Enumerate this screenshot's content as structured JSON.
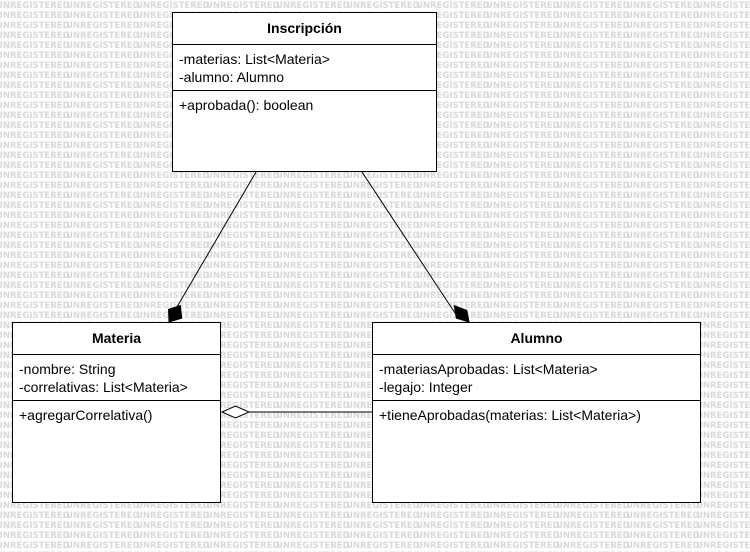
{
  "watermark": "UNREGISTERED",
  "classes": {
    "inscripcion": {
      "title": "Inscripción",
      "attributes": [
        "-materias: List<Materia>",
        "-alumno: Alumno"
      ],
      "methods": [
        "+aprobada(): boolean"
      ]
    },
    "materia": {
      "title": "Materia",
      "attributes": [
        "-nombre: String",
        "-correlativas: List<Materia>"
      ],
      "methods": [
        "+agregarCorrelativa()"
      ]
    },
    "alumno": {
      "title": "Alumno",
      "attributes": [
        "-materiasAprobadas: List<Materia>",
        "-legajo: Integer"
      ],
      "methods": [
        "+tieneAprobadas(materias: List<Materia>)"
      ]
    }
  }
}
